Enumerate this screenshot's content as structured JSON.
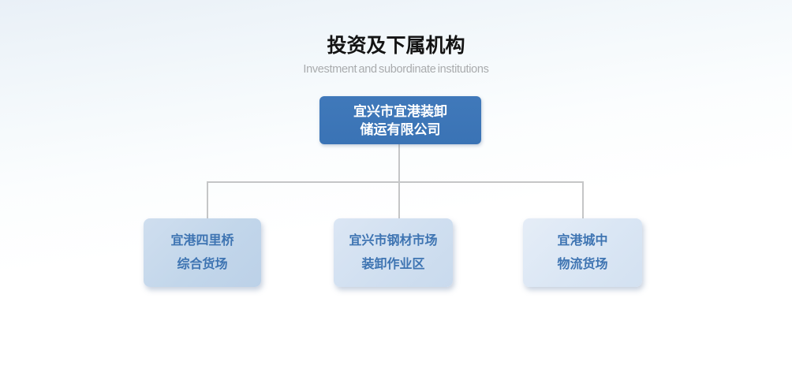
{
  "header": {
    "title": "投资及下属机构",
    "subtitle": "Investment and subordinate institutions"
  },
  "org": {
    "root": {
      "line1": "宜兴市宜港装卸",
      "line2": "储运有限公司"
    },
    "children": [
      {
        "line1": "宜港四里桥",
        "line2": "综合货场"
      },
      {
        "line1": "宜兴市钢材市场",
        "line2": "装卸作业区"
      },
      {
        "line1": "宜港城中",
        "line2": "物流货场"
      }
    ]
  },
  "colors": {
    "background_top": "#e9f0f7",
    "background_bottom": "#ffffff",
    "title_text": "#141414",
    "subtitle_text": "#a9abad",
    "root_box_fill": "#3b76b8",
    "root_box_text": "#ffffff",
    "child_box_fill_1": "#c2d6ea",
    "child_box_fill_2": "#d0dff0",
    "child_box_fill_3": "#dae6f4",
    "child_box_text": "#3e74b2",
    "connector_line": "#c5c6c7"
  }
}
